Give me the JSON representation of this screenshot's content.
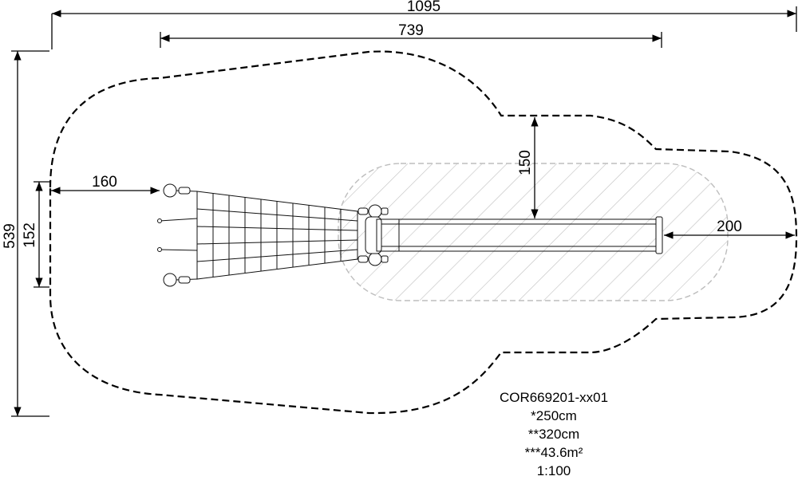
{
  "dimensions": {
    "overall_width": "1095",
    "inner_width": "739",
    "overall_height": "539",
    "net_height": "152",
    "left_clearance": "160",
    "top_clearance": "150",
    "right_clearance": "200"
  },
  "info": {
    "product_code": "COR669201-xx01",
    "fall_height": "*250cm",
    "free_height": "**320cm",
    "safety_area": "***43.6m²",
    "scale": "1:100"
  },
  "colors": {
    "line": "#000000",
    "hatch": "#bdbdbd",
    "background": "#ffffff"
  }
}
